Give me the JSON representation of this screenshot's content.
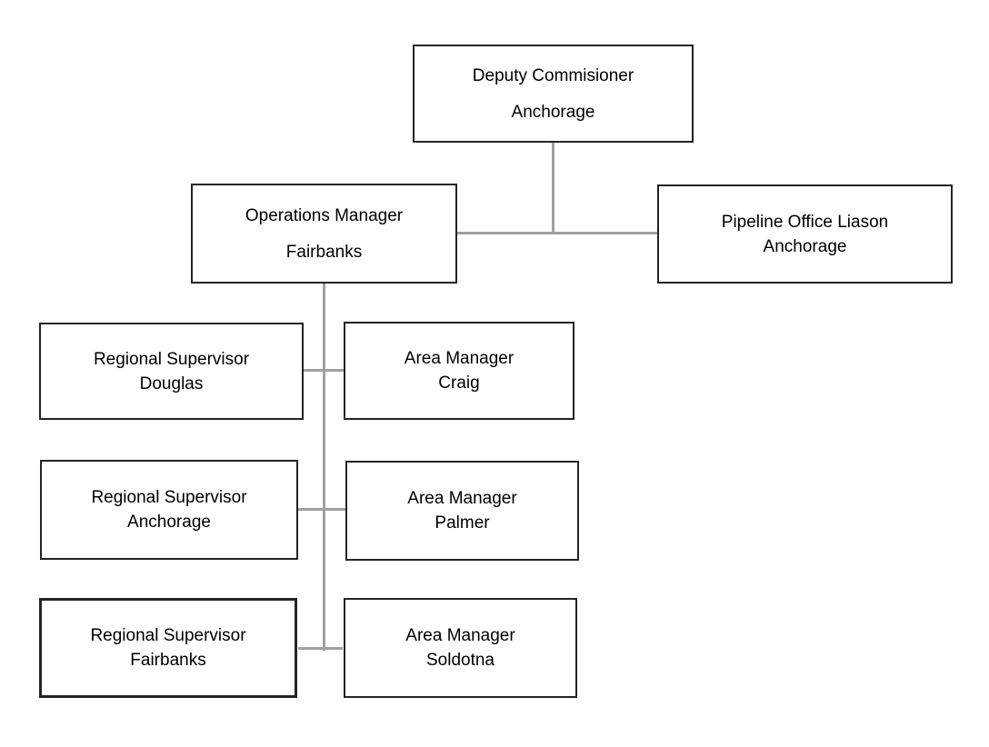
{
  "diagram": {
    "type": "org-chart",
    "background": "#ffffff"
  },
  "colors": {
    "node_border": "#242424",
    "node_fill": "#ffffff",
    "connector": "#a0a0a0",
    "text": "#000000"
  },
  "nodes": [
    {
      "key": "deputy-commisioner",
      "title": "Deputy Commisioner",
      "subtitle": "Anchorage"
    },
    {
      "key": "operations-manager",
      "title": "Operations Manager",
      "subtitle": "Fairbanks"
    },
    {
      "key": "pipeline-office-liason",
      "title": "Pipeline Office Liason",
      "subtitle": "Anchorage"
    },
    {
      "key": "regional-supervisor-douglas",
      "title": "Regional Supervisor",
      "subtitle": "Douglas"
    },
    {
      "key": "area-manager-craig",
      "title": "Area Manager",
      "subtitle": "Craig"
    },
    {
      "key": "regional-supervisor-anchorage",
      "title": "Regional Supervisor",
      "subtitle": "Anchorage"
    },
    {
      "key": "area-manager-palmer",
      "title": "Area Manager",
      "subtitle": "Palmer"
    },
    {
      "key": "regional-supervisor-fairbanks",
      "title": "Regional Supervisor",
      "subtitle": "Fairbanks"
    },
    {
      "key": "area-manager-soldotna",
      "title": "Area Manager",
      "subtitle": "Soldotna"
    }
  ],
  "edges": [
    {
      "from": "deputy-commisioner",
      "to": "operations-manager"
    },
    {
      "from": "deputy-commisioner",
      "to": "pipeline-office-liason"
    },
    {
      "from": "operations-manager",
      "to": "regional-supervisor-douglas"
    },
    {
      "from": "operations-manager",
      "to": "area-manager-craig"
    },
    {
      "from": "operations-manager",
      "to": "regional-supervisor-anchorage"
    },
    {
      "from": "operations-manager",
      "to": "area-manager-palmer"
    },
    {
      "from": "operations-manager",
      "to": "regional-supervisor-fairbanks"
    },
    {
      "from": "operations-manager",
      "to": "area-manager-soldotna"
    }
  ]
}
